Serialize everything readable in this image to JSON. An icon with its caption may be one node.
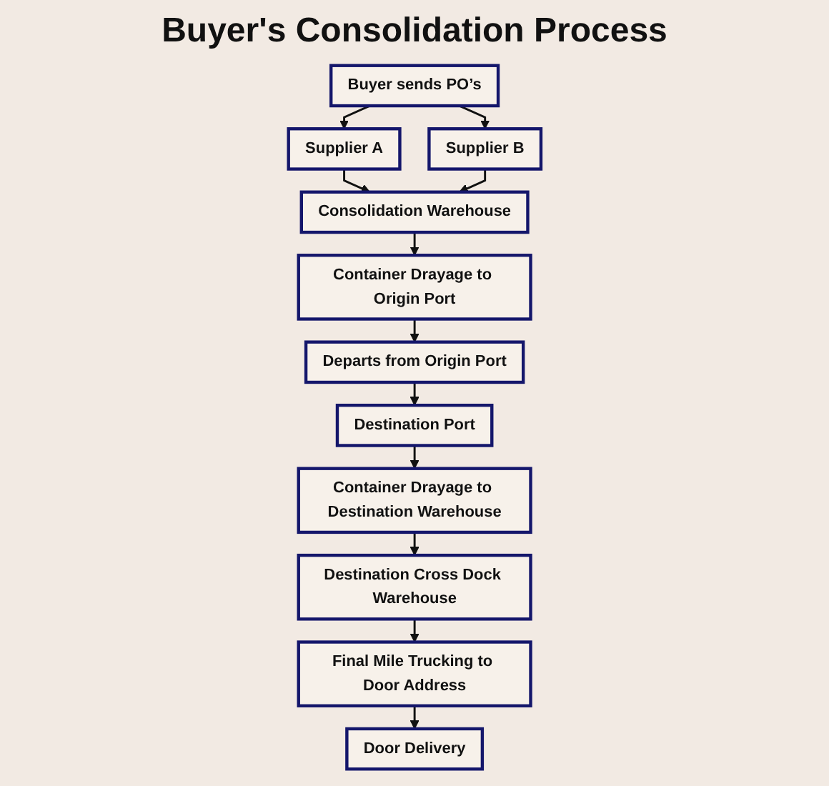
{
  "diagram": {
    "title": "Buyer's Consolidation Process",
    "nodes": [
      {
        "text": [
          "Buyer sends PO’s"
        ]
      },
      {
        "text": [
          "Supplier A"
        ]
      },
      {
        "text": [
          "Supplier B"
        ]
      },
      {
        "text": [
          "Consolidation Warehouse"
        ]
      },
      {
        "text": [
          "Container Drayage to Origin Port"
        ]
      },
      {
        "text": [
          "Departs from Origin Port"
        ]
      },
      {
        "text": [
          "Destination Port"
        ]
      },
      {
        "text": [
          "Container Drayage to Destination Warehouse"
        ]
      },
      {
        "text": [
          "Destination Cross Dock Warehouse"
        ]
      },
      {
        "text": [
          "Final Mile Trucking to Door Address"
        ]
      },
      {
        "text": [
          "Door Delivery"
        ]
      }
    ],
    "edges": [
      {
        "from": 0,
        "to": 1,
        "arrow": "to"
      },
      {
        "from": 0,
        "to": 2,
        "arrow": "to"
      },
      {
        "from": 1,
        "to": 3,
        "arrow": "to"
      },
      {
        "from": 2,
        "to": 3,
        "arrow": "to"
      },
      {
        "from": 3,
        "to": 4,
        "arrow": "to"
      },
      {
        "from": 4,
        "to": 5,
        "arrow": "to"
      },
      {
        "from": 5,
        "to": 6,
        "arrow": "to"
      },
      {
        "from": 6,
        "to": 7,
        "arrow": "to"
      },
      {
        "from": 7,
        "to": 8,
        "arrow": "to"
      },
      {
        "from": 8,
        "to": 9,
        "arrow": "to"
      },
      {
        "from": 9,
        "to": 10,
        "arrow": "to"
      }
    ]
  }
}
